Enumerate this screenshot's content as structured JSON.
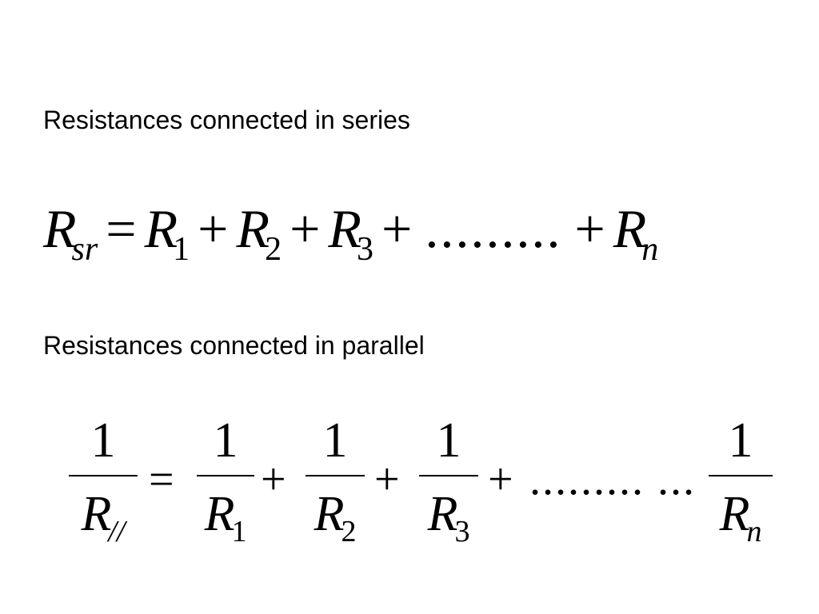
{
  "headings": {
    "series": "Resistances connected in series",
    "parallel": "Resistances connected in parallel"
  },
  "series_equation": {
    "lhs_var": "R",
    "lhs_sub": "sr",
    "equals": "=",
    "plus": "+",
    "terms": [
      {
        "var": "R",
        "sub": "1"
      },
      {
        "var": "R",
        "sub": "2"
      },
      {
        "var": "R",
        "sub": "3"
      }
    ],
    "dots": ".........",
    "last_term": {
      "var": "R",
      "sub": "n"
    }
  },
  "parallel_equation": {
    "numerator": "1",
    "lhs": {
      "var": "R",
      "sub": "//"
    },
    "equals": "=",
    "plus": "+",
    "terms": [
      {
        "var": "R",
        "sub": "1"
      },
      {
        "var": "R",
        "sub": "2"
      },
      {
        "var": "R",
        "sub": "3"
      }
    ],
    "dots": "......... ...",
    "last_term": {
      "var": "R",
      "sub": "n"
    }
  }
}
